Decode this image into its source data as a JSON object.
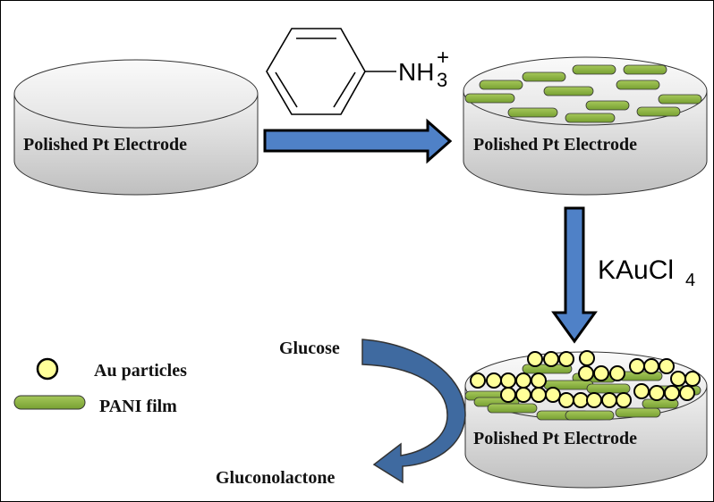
{
  "diagram": {
    "type": "process-scheme",
    "title": "",
    "electrodes": [
      {
        "id": "bare",
        "label": "Polished Pt Electrode",
        "surface": "bare"
      },
      {
        "id": "pani",
        "label": "Polished Pt Electrode",
        "surface": "PANI film"
      },
      {
        "id": "au-pani",
        "label": "Polished Pt Electrode",
        "surface": "Au particles on PANI film"
      }
    ],
    "steps": [
      {
        "from": "bare",
        "to": "pani",
        "reagent": "anilinium",
        "reagent_text": {
          "main": "NH",
          "sub": "3",
          "sup": "+"
        }
      },
      {
        "from": "pani",
        "to": "au-pani",
        "reagent": "KAuCl4",
        "reagent_text": {
          "main": "KAuCl",
          "sub": "4"
        }
      }
    ],
    "reaction": {
      "reactant": "Glucose",
      "product": "Gluconolactone"
    },
    "legend": [
      {
        "symbol": "circle",
        "label": "Au particles"
      },
      {
        "symbol": "pill",
        "label": "PANI film"
      }
    ],
    "colors": {
      "arrow_blue": "#4f81c7",
      "arrow_curve": "#3f6aa0",
      "pani_green": "#8db543",
      "au_yellow": "#ffff99",
      "electrode_gray": "#d9d9d9"
    }
  }
}
